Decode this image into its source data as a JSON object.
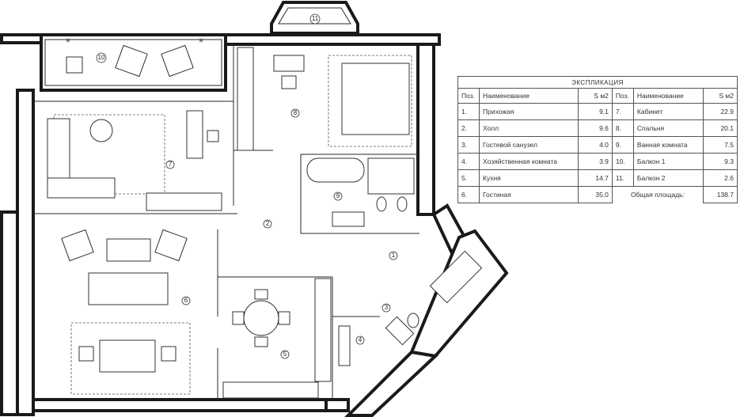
{
  "legend": {
    "title": "ЭКСПЛИКАЦИЯ",
    "col_pos": "Поз.",
    "col_name": "Наименование",
    "col_area": "S м2",
    "left_rows": [
      {
        "num": "1.",
        "name": "Прихожая",
        "area": "9.1"
      },
      {
        "num": "2.",
        "name": "Холл",
        "area": "9.6"
      },
      {
        "num": "3.",
        "name": "Гостевой санузел",
        "area": "4.0"
      },
      {
        "num": "4.",
        "name": "Хозяйственная комната",
        "area": "3.9"
      },
      {
        "num": "5.",
        "name": "Кухня",
        "area": "14.7"
      },
      {
        "num": "6.",
        "name": "Гостиная",
        "area": "35.0"
      }
    ],
    "right_rows": [
      {
        "num": "7.",
        "name": "Кабинет",
        "area": "22.9"
      },
      {
        "num": "8.",
        "name": "Спальня",
        "area": "20.1"
      },
      {
        "num": "9.",
        "name": "Ванная комната",
        "area": "7.5"
      },
      {
        "num": "10.",
        "name": "Балкон 1",
        "area": "9.3"
      },
      {
        "num": "11.",
        "name": "Балкон 2",
        "area": "2.6"
      }
    ],
    "total_label": "Общая площадь:",
    "total_area": "138.7"
  },
  "rooms": {
    "r1": "1",
    "r2": "2",
    "r3": "3",
    "r4": "4",
    "r5": "5",
    "r6": "6",
    "r7": "7",
    "r8": "8",
    "r9": "9",
    "r10": "10",
    "r11": "11"
  }
}
